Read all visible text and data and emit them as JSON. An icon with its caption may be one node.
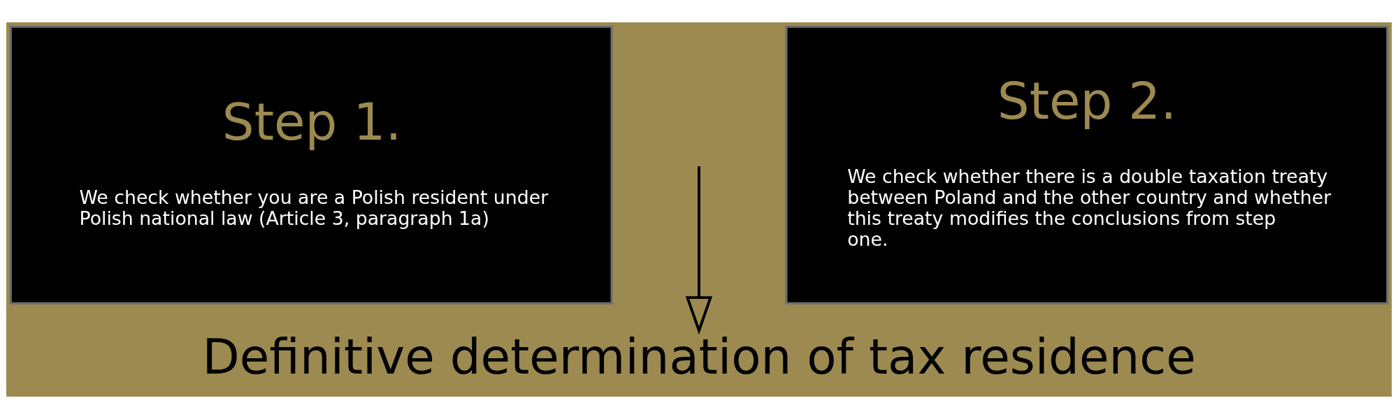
{
  "diagram": {
    "nodes": [
      {
        "text": [
          "Step 1.",
          "We check whether you are a Polish resident under Polish national law (Article 3, paragraph 1a)"
        ]
      },
      {
        "text": [
          "Step 2.",
          "We check whether there is a double taxation treaty between Poland and the other country and whether this treaty modifies the conclusions from step one."
        ]
      },
      {
        "text": [
          "Definitive determination of tax residence"
        ]
      }
    ],
    "edges": [
      {
        "from": null,
        "to": 2,
        "arrow": "to"
      }
    ]
  }
}
